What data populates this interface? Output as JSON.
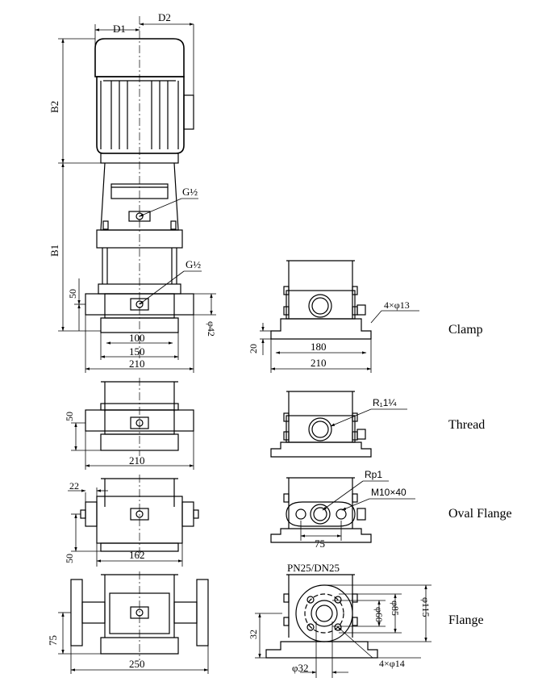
{
  "dims": {
    "d1": "D1",
    "d2": "D2",
    "b1": "B1",
    "b2": "B2",
    "g_half": "G½",
    "v50": "50",
    "v100": "100",
    "v150": "150",
    "v210": "210",
    "phi42": "φ42",
    "w180": "180",
    "w210": "210",
    "h20": "20",
    "holes13": "4×φ13",
    "rthread": "R₁1¼",
    "rp1": "Rp1",
    "m10": "M10×40",
    "w75": "75",
    "w22": "22",
    "w162": "162",
    "pn": "PN25/DN25",
    "phi60": "φ60",
    "phi85": "φ85",
    "phi115": "φ115",
    "v32": "32",
    "phi32": "φ32",
    "holes14": "4×φ14",
    "w250": "250"
  },
  "labels": {
    "clamp": "Clamp",
    "thread": "Thread",
    "oval_flange": "Oval Flange",
    "flange": "Flange"
  }
}
